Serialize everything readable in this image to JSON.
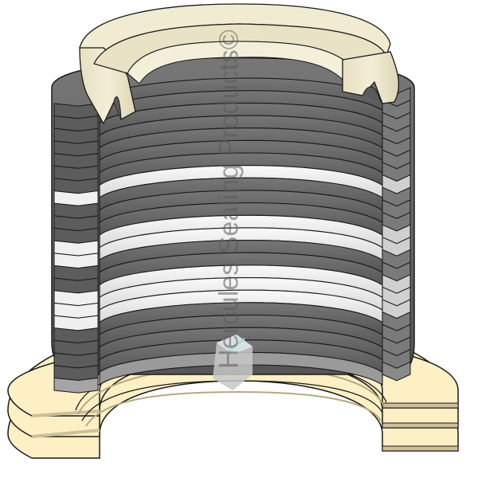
{
  "image": {
    "subject": "Chevron (V-packing) seal stack, exploded isometric view",
    "watermark": "Hercules Sealing Products©",
    "components": [
      {
        "name": "female-adapter",
        "description": "Top cream-colored adapter ring with V-notch",
        "color": "#ece5c8"
      },
      {
        "name": "chevron-rings",
        "description": "Stacked V-shaped packing rings, dark grey and white alternating",
        "colors": {
          "dark": "#5f5f5f",
          "mid": "#808080",
          "light": "#f2f2f2"
        }
      },
      {
        "name": "male-adapter-rings",
        "description": "Three flat cream-colored base rings",
        "color": "#fdf0c5"
      }
    ],
    "ring_sequence": [
      "dark",
      "dark",
      "dark",
      "dark",
      "dark",
      "dark",
      "dark",
      "light",
      "dark",
      "dark",
      "dark",
      "light",
      "light",
      "dark",
      "dark",
      "light",
      "light",
      "light",
      "dark",
      "dark",
      "dark",
      "dark",
      "grey"
    ],
    "colors": {
      "background": "#ffffff",
      "outline": "#1a1a1a",
      "adapter_top": "#ece5c8",
      "adapter_shade": "#d6cfae",
      "base_ring": "#fdf0c5",
      "base_ring_edge": "#cdbf98",
      "dark_ring": "#5f5f5f",
      "dark_ring_face": "#6e6e6e",
      "light_ring": "#f2f2f2"
    }
  }
}
